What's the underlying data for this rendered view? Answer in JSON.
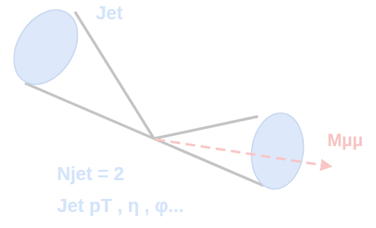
{
  "diagram": {
    "labels": [
      "Jet",
      "Mμμ",
      "Njet = 2",
      "Jet pT , η , φ..."
    ]
  }
}
